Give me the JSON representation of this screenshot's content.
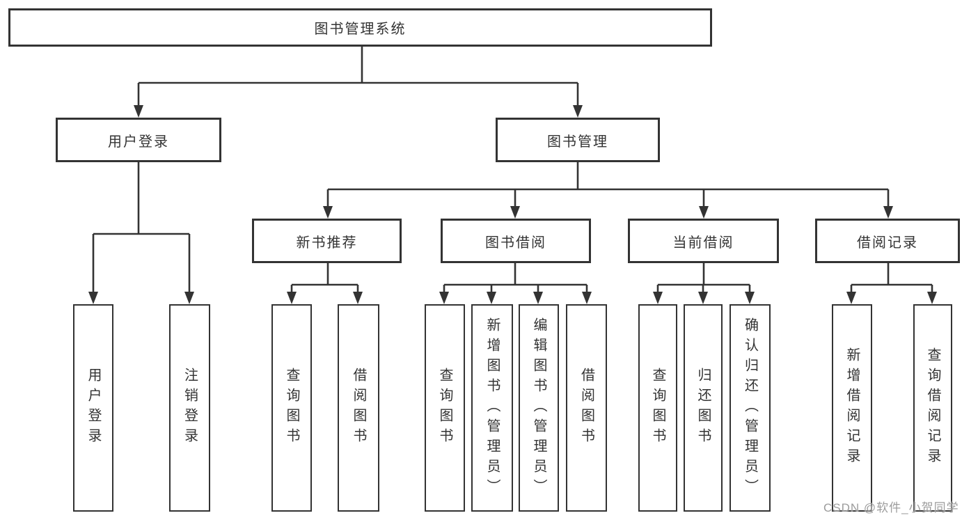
{
  "diagram": {
    "root": {
      "label": "图书管理系统"
    },
    "level1": {
      "user_login": {
        "label": "用户登录"
      },
      "book_mgmt": {
        "label": "图书管理"
      }
    },
    "level2": {
      "new_book_rec": {
        "label": "新书推荐"
      },
      "book_borrow": {
        "label": "图书借阅"
      },
      "current_borrow": {
        "label": "当前借阅"
      },
      "borrow_record": {
        "label": "借阅记录"
      }
    },
    "leaves": {
      "user_login": {
        "login": "用户登录",
        "logout": "注销登录"
      },
      "new_book_rec": {
        "query_book": "查询图书",
        "borrow_book": "借阅图书"
      },
      "book_borrow": {
        "query_book": "查询图书",
        "add_book_admin": "新增图书（管理员）",
        "edit_book_admin": "编辑图书（管理员）",
        "borrow_book": "借阅图书"
      },
      "current_borrow": {
        "query_book": "查询图书",
        "return_book": "归还图书",
        "confirm_return_admin": "确认归还（管理员）"
      },
      "borrow_record": {
        "add_record": "新增借阅记录",
        "query_record": "查询借阅记录"
      }
    }
  },
  "watermark": {
    "text": "CSDN @软件_小贺同学"
  },
  "colors": {
    "line": "#333333",
    "text": "#333333",
    "box_background": "#ffffff",
    "page_background": "#ffffff",
    "watermark": "#9c9c9c"
  }
}
